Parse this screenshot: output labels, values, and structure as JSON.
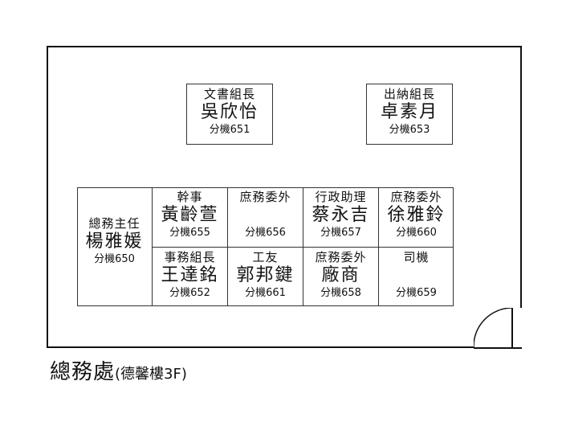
{
  "office": {
    "label": "總務處",
    "sublabel": "(德馨樓3F)"
  },
  "top_desks": [
    {
      "title": "文書組長",
      "name": "吳欣怡",
      "ext": "分機651"
    },
    {
      "title": "出納組長",
      "name": "卓素月",
      "ext": "分機653"
    }
  ],
  "director": {
    "title": "總務主任",
    "name": "楊雅媛",
    "ext": "分機650"
  },
  "row1": [
    {
      "title": "幹事",
      "name": "黃齡萱",
      "ext": "分機655"
    },
    {
      "title": "庶務委外",
      "name": "",
      "ext": "分機656"
    },
    {
      "title": "行政助理",
      "name": "蔡永吉",
      "ext": "分機657"
    },
    {
      "title": "庶務委外",
      "name": "徐雅鈴",
      "ext": "分機660"
    }
  ],
  "row2": [
    {
      "title": "事務組長",
      "name": "王達銘",
      "ext": "分機652"
    },
    {
      "title": "工友",
      "name": "郭邦鍵",
      "ext": "分機661"
    },
    {
      "title": "庶務委外",
      "name": "廠商",
      "ext": "分機658"
    },
    {
      "title": "司機",
      "name": "",
      "ext": "分機659"
    }
  ]
}
